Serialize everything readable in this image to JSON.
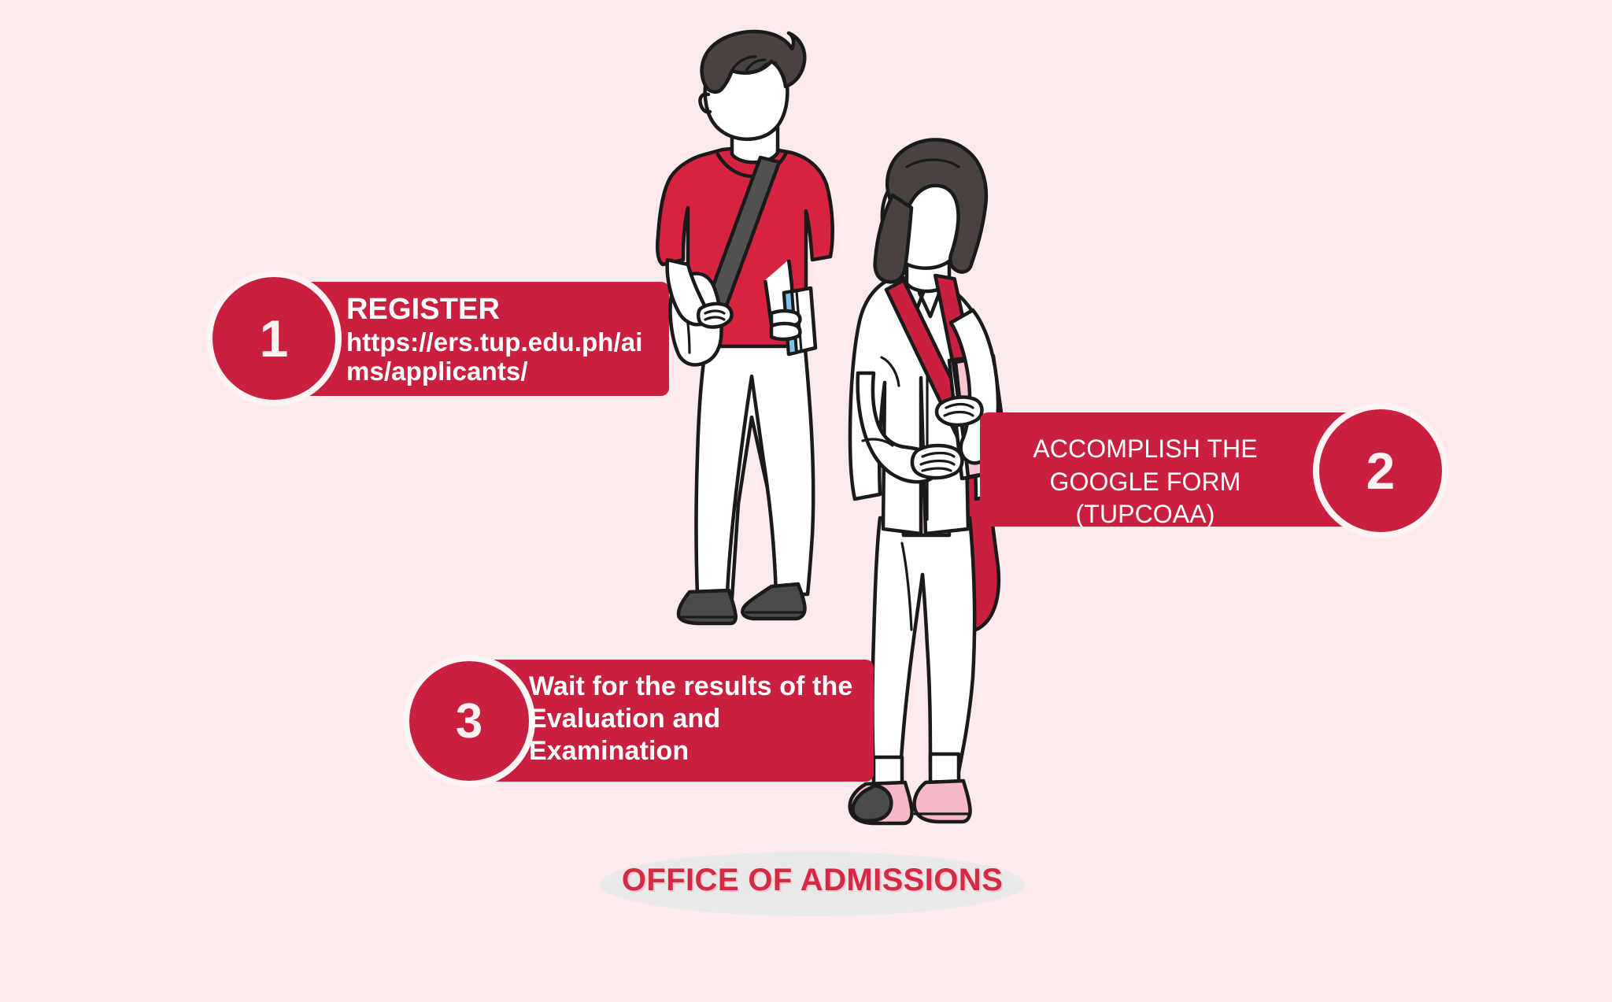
{
  "poster": {
    "background_color": "#FDEAEC",
    "accent_red": "#C8203E",
    "text_on_red": "#FFFFFF"
  },
  "steps": [
    {
      "number": "1",
      "title": "REGISTER",
      "detail": "https://ers.tup.edu.ph/aims/applicants/"
    },
    {
      "number": "2",
      "title": "ACCOMPLISH THE GOOGLE FORM (TUPCOAA)",
      "detail": ""
    },
    {
      "number": "3",
      "title": "Wait for the results of the Evaluation and Examination",
      "detail": ""
    }
  ],
  "footer": {
    "label": "OFFICE OF ADMISSIONS",
    "text_color": "#D42A44",
    "ellipse_color": "#E9E9E9"
  },
  "illustration": {
    "male_student": {
      "hair_color": "#4A4240",
      "shirt_color": "#D62440",
      "pants_color": "#FFFFFF",
      "shoes_color": "#4A4A4C",
      "bag_strap_color": "#53514F",
      "book_color": "#7FC3E8"
    },
    "female_student": {
      "hair_color": "#4A4240",
      "blazer_color": "#FFFFFF",
      "top_color": "#F9C5D1",
      "pants_color": "#FFFFFF",
      "shoes_color": "#F6B8C6",
      "bag_strap_color": "#C8203E",
      "notebook_color": "#F9C5D1"
    }
  }
}
